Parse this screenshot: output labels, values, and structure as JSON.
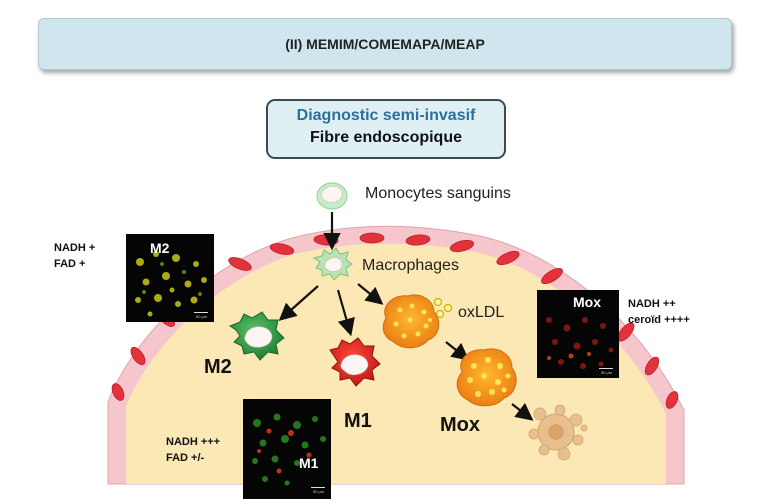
{
  "header": {
    "title": "(II) MEMIM/COMEMAPA/MEAP"
  },
  "diagnostic": {
    "line1": "Diagnostic semi-invasif",
    "line2": "Fibre endoscopique"
  },
  "cells": {
    "monocytes": "Monocytes sanguins",
    "macrophages": "Macrophages",
    "oxldl": "oxLDL",
    "m2": "M2",
    "m1": "M1",
    "mox": "Mox"
  },
  "panels": {
    "m2": {
      "title": "M2",
      "markers": "NADH +\nFAD +",
      "scale": "50 µm"
    },
    "m1": {
      "title": "M1",
      "markers": "NADH +++\nFAD +/-",
      "scale": "50 µm"
    },
    "mox": {
      "title": "Mox",
      "markers": "NADH ++\nceroïd ++++",
      "scale": "50 µm"
    }
  },
  "colors": {
    "banner": "#cfe6ee",
    "diag_title": "#2e6f9a",
    "plaque": "#fbe8b5",
    "m2_cell": "#2fa34c",
    "m1_cell": "#e02a2a",
    "mox_cell": "#f39b1b"
  }
}
